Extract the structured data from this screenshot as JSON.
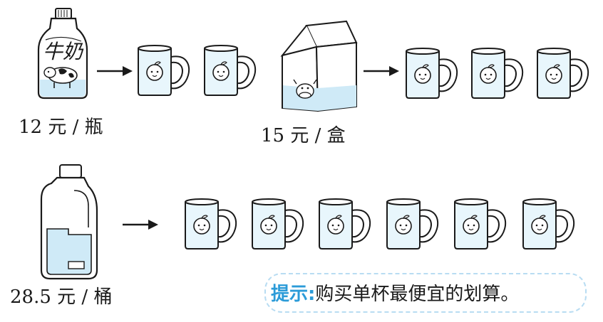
{
  "products": [
    {
      "id": "bottle",
      "price_label": "12 元 / 瓶",
      "bottle_text": "牛奶",
      "cups": 2
    },
    {
      "id": "carton",
      "price_label": "15 元 / 盒",
      "cups": 3
    },
    {
      "id": "jug",
      "price_label": "28.5 元 / 桶",
      "cups": 6
    }
  ],
  "hint": {
    "label": "提示:",
    "text": "购买单杯最便宜的划算。"
  },
  "colors": {
    "cup_fill": "#e8f6fc",
    "milk_fill": "#cfeaf7",
    "hint_label": "#2b9bd8",
    "hint_border": "#b8dcf2",
    "line": "#1a1a1a"
  }
}
